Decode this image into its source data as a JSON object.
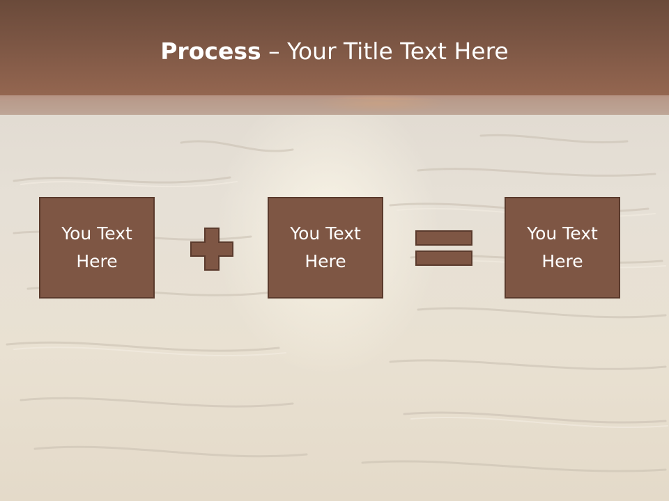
{
  "slide": {
    "title_bold": "Process",
    "title_rest": " – Your Title Text Here",
    "boxes": [
      {
        "text": "You Text Here"
      },
      {
        "text": "You Text Here"
      },
      {
        "text": "You Text Here"
      }
    ],
    "operators": [
      "plus-icon",
      "equals-icon"
    ],
    "colors": {
      "title_bar": "#7c5644",
      "box_fill": "#7e5644",
      "box_border": "#5a3a2c",
      "operator_fill": "#7e5644",
      "background": "#e6e0d6"
    }
  }
}
